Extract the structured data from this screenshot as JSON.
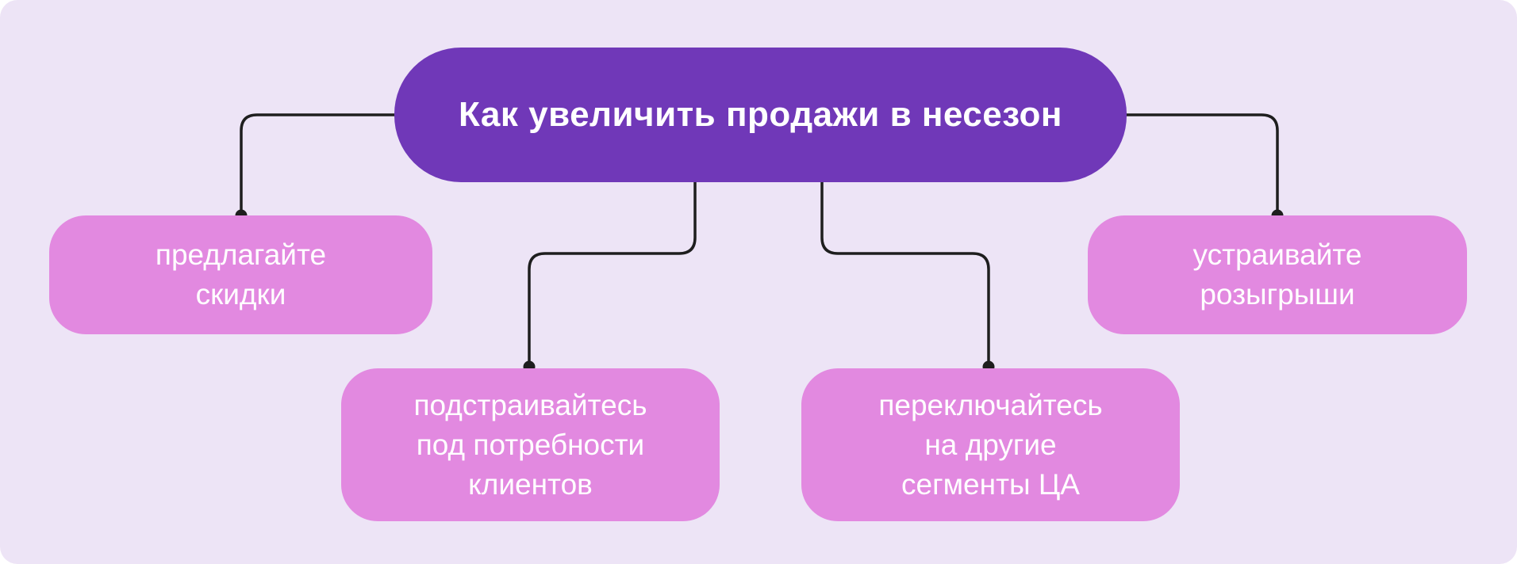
{
  "diagram": {
    "root": {
      "label": "Как увеличить продажи в несезон"
    },
    "children": [
      {
        "id": "offer-discounts",
        "label": "предлагайте\nскидки"
      },
      {
        "id": "adapt-to-client-needs",
        "label": "подстраивайтесь\nпод потребности\nклиентов"
      },
      {
        "id": "switch-audience-segments",
        "label": "переключайтесь\nна другие\nсегменты ЦА"
      },
      {
        "id": "run-giveaways",
        "label": "устраивайте\nрозыгрыши"
      }
    ]
  },
  "colors": {
    "background": "#EDE4F6",
    "node_root": "#7038B8",
    "node_child": "#E289E0",
    "text": "#FFFFFF",
    "connector": "#1E1E1E"
  }
}
